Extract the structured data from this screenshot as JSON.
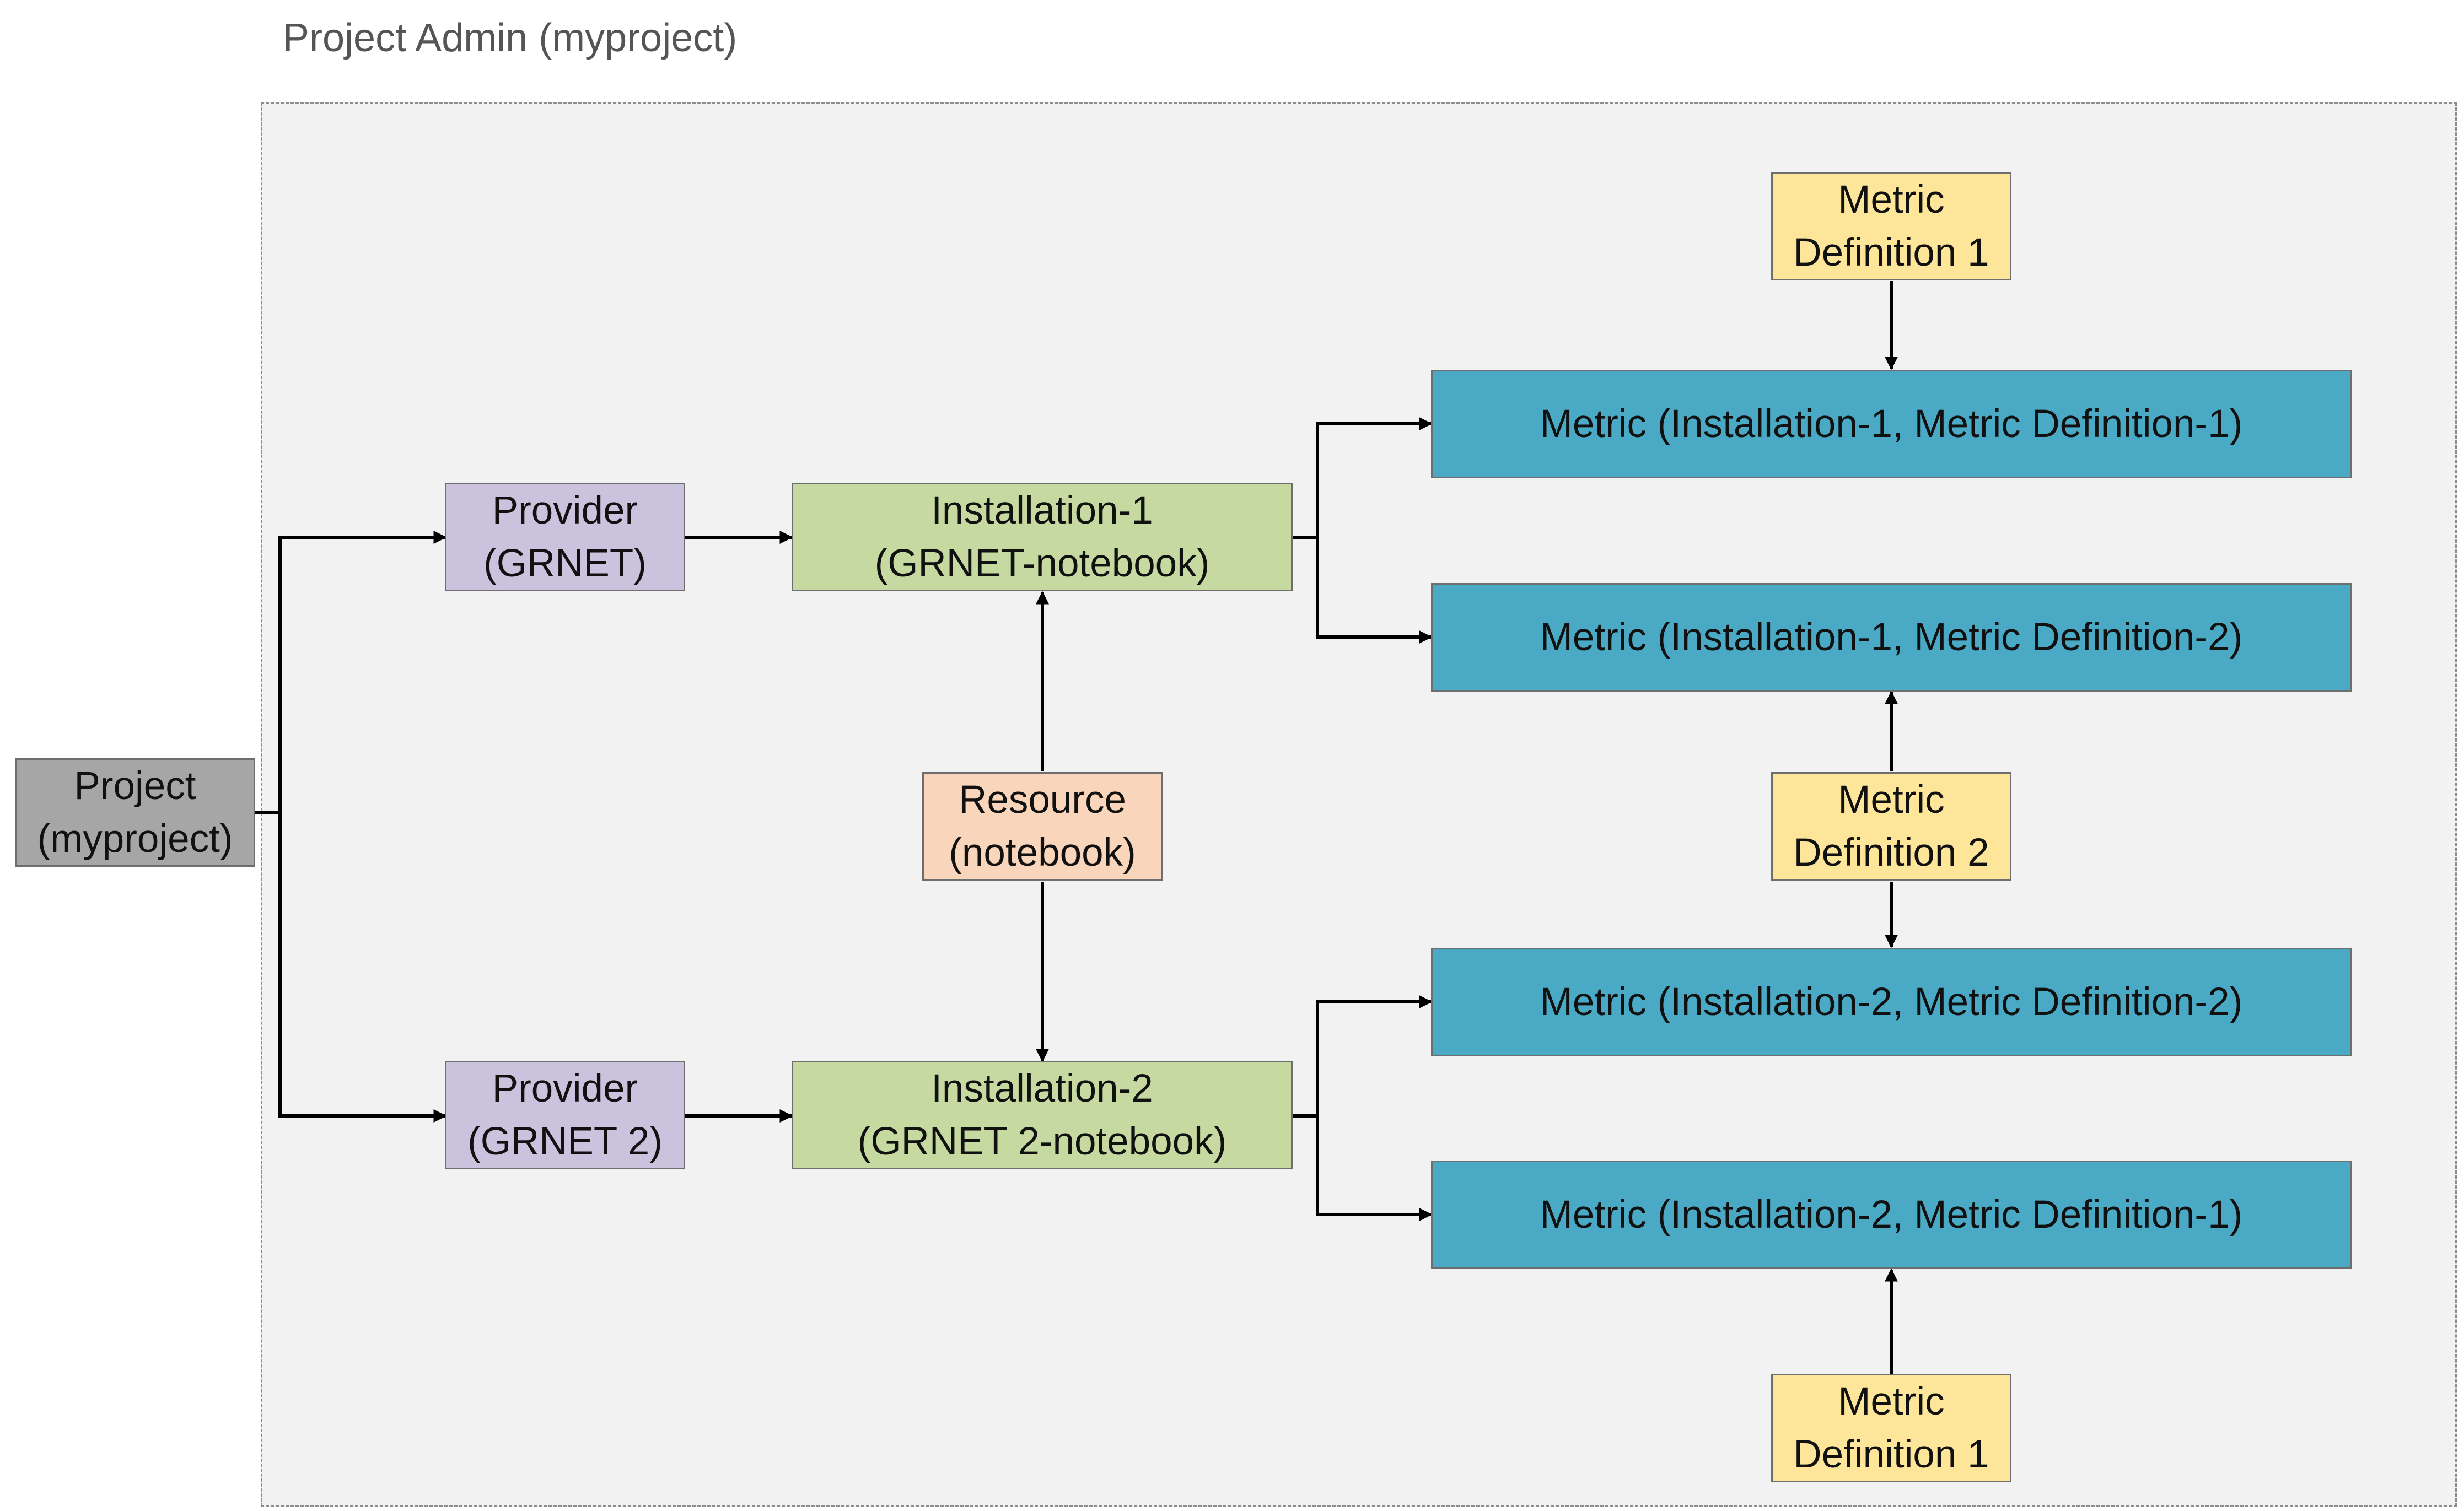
{
  "frame": {
    "title": "Project Admin (myproject)"
  },
  "nodes": {
    "project": {
      "label": "Project\n(myproject)"
    },
    "provider_1": {
      "label": "Provider\n(GRNET)"
    },
    "provider_2": {
      "label": "Provider\n(GRNET 2)"
    },
    "installation_1": {
      "label": "Installation-1\n(GRNET-notebook)"
    },
    "installation_2": {
      "label": "Installation-2\n(GRNET 2-notebook)"
    },
    "resource": {
      "label": "Resource\n(notebook)"
    },
    "metric_def_1_top": {
      "label": "Metric\nDefinition 1"
    },
    "metric_def_2": {
      "label": "Metric\nDefinition 2"
    },
    "metric_def_1_bottom": {
      "label": "Metric\nDefinition 1"
    },
    "metric_i1_md1": {
      "label": "Metric (Installation-1, Metric Definition-1)"
    },
    "metric_i1_md2": {
      "label": "Metric (Installation-1, Metric Definition-2)"
    },
    "metric_i2_md2": {
      "label": "Metric (Installation-2, Metric Definition-2)"
    },
    "metric_i2_md1": {
      "label": "Metric (Installation-2, Metric Definition-1)"
    }
  },
  "edges": [
    {
      "from": "project",
      "to": "provider_1"
    },
    {
      "from": "project",
      "to": "provider_2"
    },
    {
      "from": "provider_1",
      "to": "installation_1"
    },
    {
      "from": "provider_2",
      "to": "installation_2"
    },
    {
      "from": "resource",
      "to": "installation_1"
    },
    {
      "from": "resource",
      "to": "installation_2"
    },
    {
      "from": "installation_1",
      "to": "metric_i1_md1"
    },
    {
      "from": "installation_1",
      "to": "metric_i1_md2"
    },
    {
      "from": "installation_2",
      "to": "metric_i2_md2"
    },
    {
      "from": "installation_2",
      "to": "metric_i2_md1"
    },
    {
      "from": "metric_def_1_top",
      "to": "metric_i1_md1"
    },
    {
      "from": "metric_def_2",
      "to": "metric_i1_md2"
    },
    {
      "from": "metric_def_2",
      "to": "metric_i2_md2"
    },
    {
      "from": "metric_def_1_bottom",
      "to": "metric_i2_md1"
    }
  ],
  "colors": {
    "project": "#a6a6a6",
    "provider": "#cbc2dd",
    "installation": "#c5d9a0",
    "resource": "#f9d5bb",
    "metric_definition": "#fde59a",
    "metric": "#4aaac5",
    "frame_background": "#f2f2f2"
  }
}
